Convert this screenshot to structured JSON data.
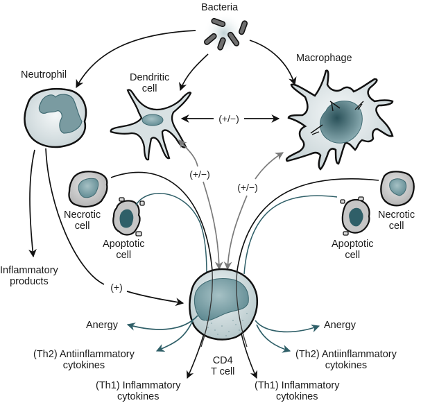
{
  "title": "CD4 T cell activation by innate immune cells and dying cells",
  "colors": {
    "outline": "#111111",
    "arrow_black": "#111111",
    "arrow_gray": "#7a7a7a",
    "arrow_teal": "#2f5f68",
    "cell_fill": "#dde5e7",
    "nucleus_fill": "#5f8a92",
    "nucleus_dark": "#2f5f68",
    "necrotic_fill": "#c9c9c9",
    "bacteria_fill": "#6e6e6e",
    "bacteria_glow": "#b9cdd0"
  },
  "nodes": {
    "bacteria": {
      "label": [
        "Bacteria"
      ]
    },
    "neutrophil": {
      "label": [
        "Neutrophil"
      ]
    },
    "dendritic": {
      "label": [
        "Dendritic",
        "cell"
      ]
    },
    "macrophage": {
      "label": [
        "Macrophage"
      ]
    },
    "necrotic_left": {
      "label": [
        "Necrotic",
        "cell"
      ]
    },
    "apoptotic_left": {
      "label": [
        "Apoptotic",
        "cell"
      ]
    },
    "necrotic_right": {
      "label": [
        "Necrotic",
        "cell"
      ]
    },
    "apoptotic_right": {
      "label": [
        "Apoptotic",
        "cell"
      ]
    },
    "inflammatory_products": {
      "label": [
        "Inflammatory",
        "products"
      ]
    },
    "tcell": {
      "label": [
        "CD4",
        "T cell"
      ]
    }
  },
  "outputs": {
    "anergy_left": {
      "label": [
        "Anergy"
      ]
    },
    "th2_left": {
      "label": [
        "(Th2) Antiinflammatory",
        "cytokines"
      ]
    },
    "th1_left": {
      "label": [
        "(Th1) Inflammatory",
        "cytokines"
      ]
    },
    "anergy_right": {
      "label": [
        "Anergy"
      ]
    },
    "th2_right": {
      "label": [
        "(Th2) Antiinflammatory",
        "cytokines"
      ]
    },
    "th1_right": {
      "label": [
        "(Th1) Inflammatory",
        "cytokines"
      ]
    }
  },
  "edge_labels": {
    "dc_macrophage": "(+/−)",
    "tcell_dc": "(+/−)",
    "tcell_macrophage": "(+/−)",
    "neutrophil_tcell": "(+)"
  },
  "edges": [
    {
      "from": "Bacteria",
      "to": "Neutrophil",
      "style": "black"
    },
    {
      "from": "Bacteria",
      "to": "Dendritic cell",
      "style": "black"
    },
    {
      "from": "Bacteria",
      "to": "Macrophage",
      "style": "black"
    },
    {
      "from": "Dendritic cell",
      "to": "Macrophage",
      "style": "black",
      "bidirectional": true,
      "sign": "(+/−)"
    },
    {
      "from": "Neutrophil",
      "to": "Inflammatory products",
      "style": "black"
    },
    {
      "from": "Neutrophil",
      "to": "CD4 T cell",
      "style": "black",
      "sign": "(+)"
    },
    {
      "from": "CD4 T cell",
      "to": "Dendritic cell",
      "style": "gray",
      "bidirectional": true,
      "sign": "(+/−)"
    },
    {
      "from": "CD4 T cell",
      "to": "Macrophage",
      "style": "gray",
      "bidirectional": true,
      "sign": "(+/−)"
    },
    {
      "from": "Necrotic cell (left)",
      "to": "CD4 T cell",
      "style": "black"
    },
    {
      "from": "Apoptotic cell (left)",
      "to": "CD4 T cell",
      "style": "teal"
    },
    {
      "from": "Necrotic cell (right)",
      "to": "CD4 T cell",
      "style": "black"
    },
    {
      "from": "Apoptotic cell (right)",
      "to": "CD4 T cell",
      "style": "teal"
    },
    {
      "from": "CD4 T cell",
      "to": "Anergy (left)",
      "style": "teal"
    },
    {
      "from": "CD4 T cell",
      "to": "(Th2) Antiinflammatory cytokines (left)",
      "style": "teal"
    },
    {
      "from": "CD4 T cell",
      "to": "(Th1) Inflammatory cytokines (left)",
      "style": "black"
    },
    {
      "from": "CD4 T cell",
      "to": "Anergy (right)",
      "style": "teal"
    },
    {
      "from": "CD4 T cell",
      "to": "(Th2) Antiinflammatory cytokines (right)",
      "style": "teal"
    },
    {
      "from": "CD4 T cell",
      "to": "(Th1) Inflammatory cytokines (right)",
      "style": "black"
    }
  ]
}
